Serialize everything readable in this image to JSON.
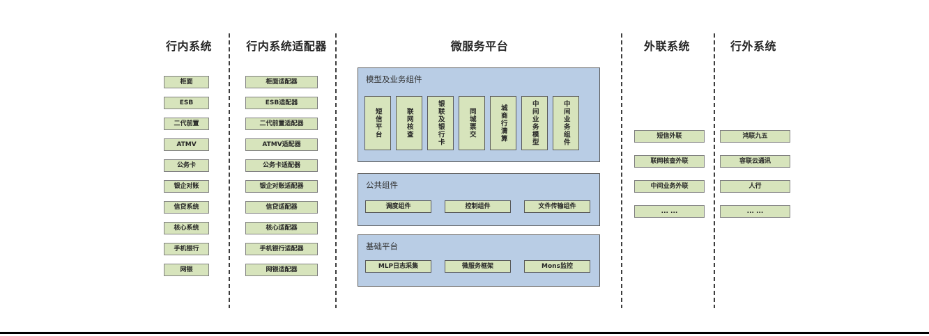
{
  "headers": {
    "internal": "行内系统",
    "adapters": "行内系统适配器",
    "platform": "微服务平台",
    "outreach": "外联系统",
    "external": "行外系统"
  },
  "internal_systems": [
    "柜面",
    "ESB",
    "二代前置",
    "ATMV",
    "公务卡",
    "银企对账",
    "信贷系统",
    "核心系统",
    "手机银行",
    "网银"
  ],
  "adapter_systems": [
    "柜面适配器",
    "ESB适配器",
    "二代前置适配器",
    "ATMV适配器",
    "公务卡适配器",
    "银企对账适配器",
    "信贷适配器",
    "核心适配器",
    "手机银行适配器",
    "网银适配器"
  ],
  "platform": {
    "model_panel": {
      "label": "模型及业务组件",
      "items": [
        "短信平台",
        "联网核查",
        "银联及银行卡",
        "同城票交",
        "城商行清算",
        "中间业务模型",
        "中间业务组件"
      ]
    },
    "common_panel": {
      "label": "公共组件",
      "items": [
        "调度组件",
        "控制组件",
        "文件传输组件"
      ]
    },
    "base_panel": {
      "label": "基础平台",
      "items": [
        "MLP日志采集",
        "微服务框架",
        "Mons监控"
      ]
    }
  },
  "outreach_systems": [
    "短信外联",
    "联网核查外联",
    "中间业务外联",
    "... ..."
  ],
  "external_systems": [
    "鸿联九五",
    "容联云通讯",
    "人行",
    "... ..."
  ],
  "colors": {
    "box_fill": "#d7e4bc",
    "box_border": "#7f7f7f",
    "panel_fill": "#b9cde5",
    "panel_border": "#595959",
    "text": "#262626",
    "rule": "#000000"
  }
}
